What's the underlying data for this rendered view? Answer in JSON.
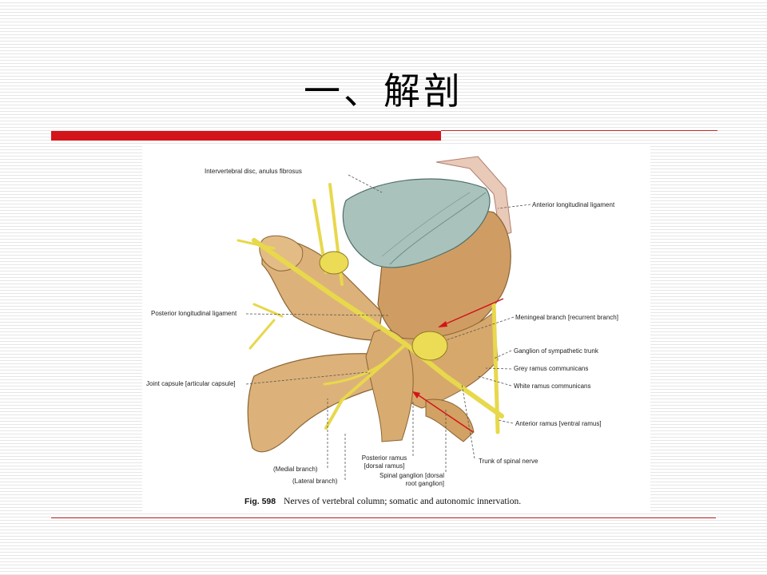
{
  "slide": {
    "title": "一、解剖"
  },
  "figure": {
    "caption_number": "Fig. 598",
    "caption_text": "Nerves of vertebral column; somatic and autonomic innervation.",
    "labels": {
      "intervertebral_disc": "Intervertebral disc, anulus fibrosus",
      "anterior_longitudinal_ligament": "Anterior longitudinal ligament",
      "posterior_longitudinal_ligament": "Posterior longitudinal ligament",
      "meningeal_branch": "Meningeal branch [recurrent branch]",
      "ganglion_sympathetic_trunk": "Ganglion of sympathetic trunk",
      "grey_ramus": "Grey ramus communicans",
      "white_ramus": "White ramus communicans",
      "joint_capsule": "Joint capsule [articular capsule]",
      "anterior_ramus": "Anterior ramus [ventral ramus]",
      "trunk_spinal_nerve": "Trunk of spinal nerve",
      "medial_branch": "(Medial branch)",
      "lateral_branch": "(Lateral branch)",
      "posterior_ramus_1": "Posterior ramus",
      "posterior_ramus_2": "[dorsal ramus]",
      "spinal_ganglion_1": "Spinal ganglion [dorsal",
      "spinal_ganglion_2": "root ganglion]"
    }
  },
  "colors": {
    "accent_red": "#d3141a",
    "bone": "#dcb27a",
    "nerve": "#e8d84c",
    "disc": "#a9c2bc"
  }
}
